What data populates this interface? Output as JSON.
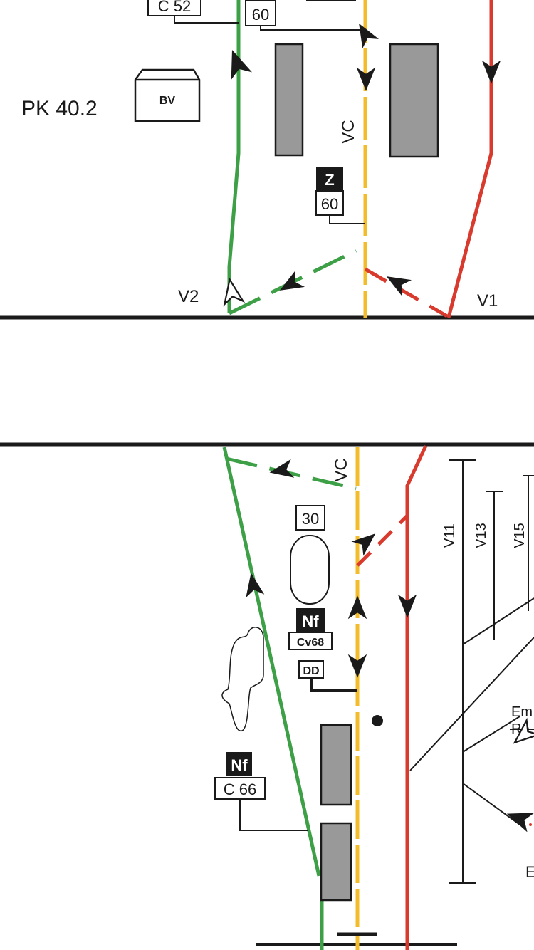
{
  "colors": {
    "track_green": "#3da046",
    "track_yellow": "#f2bc2a",
    "track_red": "#d93a2e",
    "line": "#1a1a1a",
    "platform": "#999999"
  },
  "top_section": {
    "pk_label": "PK 40.2",
    "building_label": "BV",
    "sign_c52": "C 52",
    "sign_60_top": "60",
    "vc_label": "VC",
    "sign_z": "Z",
    "sign_60_mid": "60",
    "v2_label": "V2",
    "v1_label": "V1"
  },
  "bottom_section": {
    "vc_label": "VC",
    "sign_30": "30",
    "nf_label_1": "Nf",
    "cv68_label": "Cv68",
    "dd_label": "DD",
    "nf_label_2": "Nf",
    "c66_label": "C 66",
    "v11_label": "V11",
    "v13_label": "V13",
    "v15_label": "V15",
    "em_label": "Em",
    "ro_label": "Ro",
    "e_label": "E"
  },
  "icons": {
    "arrow": "arrowhead-icon",
    "building": "building-icon",
    "dot": "dot-icon"
  }
}
